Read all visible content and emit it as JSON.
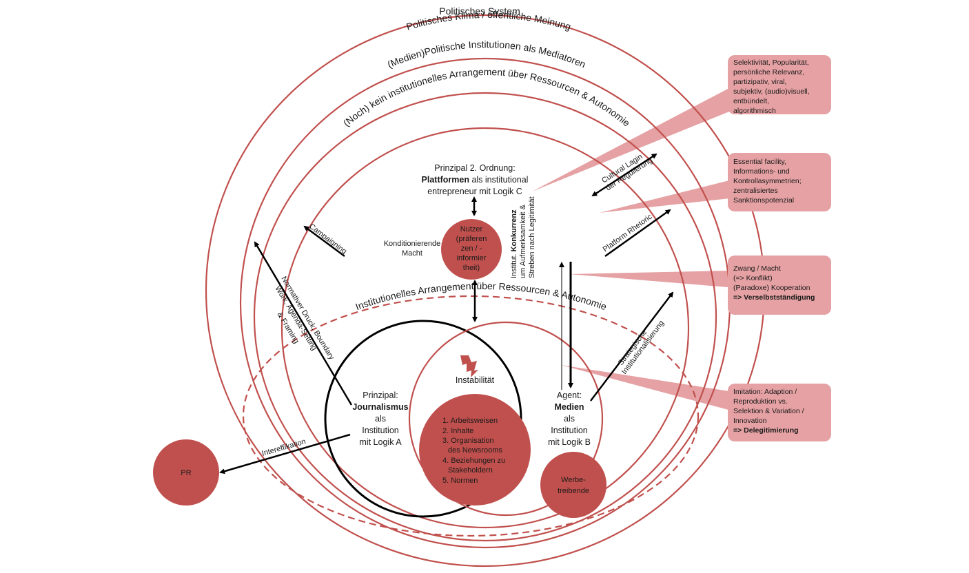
{
  "rings": {
    "r1": "Politisches System",
    "r2": "Politisches Klima / öffentliche Meinung",
    "r3": "(Medien)Politische Institutionen als Mediatoren",
    "r4": "(Noch) kein institutionelles Arrangement über Ressourcen & Autonomie",
    "r5": "Institutionelles Arrangement über Ressourcen & Autonomie"
  },
  "principal2": {
    "line1": "Prinzipal 2. Ordnung:",
    "line2_bold": "Plattformen",
    "line2_rest": " als institutional",
    "line3": "entrepreneur mit Logik C"
  },
  "nutzer": [
    "Nutzer",
    "(präferen",
    "zen / -",
    "informier",
    "theit)"
  ],
  "konditionierende": [
    "Konditionierende",
    "Macht"
  ],
  "konkurrenz": {
    "line1_pre": "Institut. ",
    "line1_bold": "Konkurrenz",
    "line2": "um Aufmerksamkeit &",
    "line3": "Streben nach Legitimität"
  },
  "journalismus": {
    "l1": "Prinzipal:",
    "l2": "Journalismus",
    "l3": "als",
    "l4": "Institution",
    "l5": "mit Logik A"
  },
  "medien": {
    "l1": "Agent:",
    "l2": "Medien",
    "l3": "als",
    "l4": "Institution",
    "l5": "mit Logik B"
  },
  "instabilitaet": "Instabilität",
  "core_list": [
    "1.  Arbeitsweisen",
    "2.  Inhalte",
    "3.  Organisation",
    "des Newsrooms",
    "4.  Beziehungen zu",
    "Stakeholdern",
    "5.  Normen"
  ],
  "pr": "PR",
  "werbe": [
    "Werbe-",
    "treibende"
  ],
  "arrows": {
    "campaigning": "Campaigning",
    "normativer": "Normativer Druck, Boundary",
    "work": "Work, Agenda-Setting",
    "framing": "& Framing",
    "intereffikation": "Intereffikation",
    "cultural1": "Cultural Lagin",
    "cultural2": "der Regulierung",
    "platform": "Platform Rhetoric",
    "strategische1": "Strategische",
    "strategische2": "Institutionalisierung"
  },
  "callouts": {
    "c1": [
      "Selektivität, Popularität,",
      "persönliche Relevanz,",
      "partizipativ, viral,",
      "subjektiv, (audio)visuell,",
      "entbündelt,",
      "algorithmisch"
    ],
    "c2": [
      "Essential facility,",
      "Informations- und",
      "Kontrollasymmetrien;",
      "zentralisiertes",
      "Sanktionspotenzial"
    ],
    "c3": [
      "Zwang / Macht",
      "(=> Konflikt)",
      "(Paradoxe) Kooperation"
    ],
    "c3_bold": "=> Verselbstständigung",
    "c4": [
      "Imitation: Adaption /",
      "Reproduktion vs.",
      "Selektion & Variation /",
      "Innovation"
    ],
    "c4_bold": "=> Delegitimierung"
  },
  "colors": {
    "ring": "#c0504d",
    "fill": "#c0504d",
    "callout": "#e5a1a3"
  }
}
